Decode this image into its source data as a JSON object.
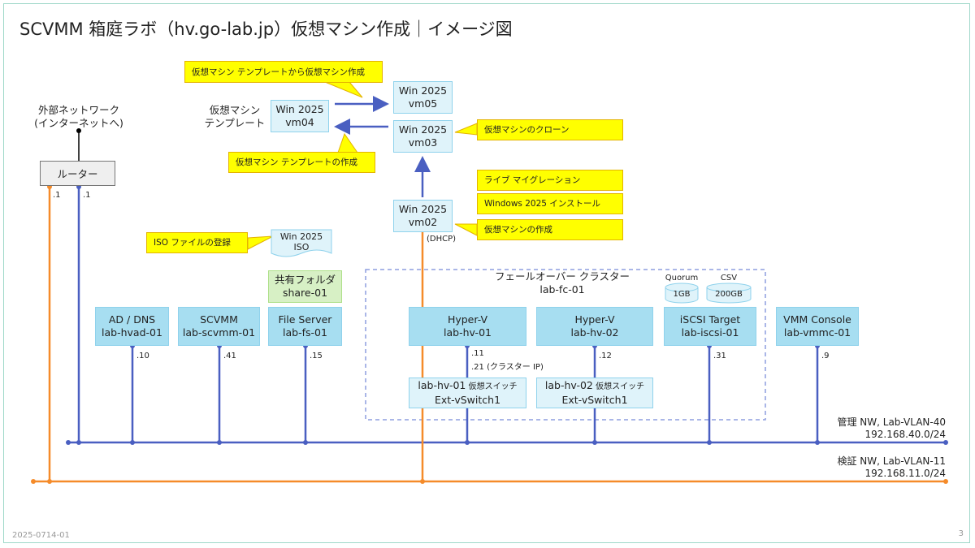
{
  "title": "SCVMM 箱庭ラボ（hv.go-lab.jp）仮想マシン作成｜イメージ図",
  "footer": {
    "doc_id": "2025-0714-01",
    "page_number": "3"
  },
  "external": {
    "label_line1": "外部ネットワーク",
    "label_line2": "(インターネットへ)"
  },
  "router": {
    "label": "ルーター",
    "ip_left": ".1",
    "ip_right": ".1"
  },
  "template": {
    "label_line1": "仮想マシン",
    "label_line2": "テンプレート",
    "box_line1": "Win 2025",
    "box_line2": "vm04"
  },
  "vms": {
    "vm05": {
      "line1": "Win 2025",
      "line2": "vm05"
    },
    "vm03": {
      "line1": "Win 2025",
      "line2": "vm03"
    },
    "vm02": {
      "line1": "Win 2025",
      "line2": "vm02",
      "dhcp": "(DHCP)"
    }
  },
  "callouts": {
    "from_template": "仮想マシン テンプレートから仮想マシン作成",
    "create_template": "仮想マシン テンプレートの作成",
    "clone": "仮想マシンのクローン",
    "live_migration": "ライブ マイグレーション",
    "windows_install": "Windows 2025 インストール",
    "create_vm": "仮想マシンの作成",
    "iso_register": "ISO ファイルの登録"
  },
  "iso_doc": {
    "line1": "Win 2025",
    "line2": "ISO"
  },
  "share": {
    "line1": "共有フォルダ",
    "line2": "share-01"
  },
  "cluster": {
    "line1": "フェールオーバー クラスター",
    "line2": "lab-fc-01",
    "quorum_label": "Quorum",
    "quorum_size": "1GB",
    "csv_label": "CSV",
    "csv_size": "200GB"
  },
  "servers": {
    "ad": {
      "line1": "AD / DNS",
      "line2": "lab-hvad-01",
      "ip": ".10"
    },
    "scvmm": {
      "line1": "SCVMM",
      "line2": "lab-scvmm-01",
      "ip": ".41"
    },
    "fs": {
      "line1": "File Server",
      "line2": "lab-fs-01",
      "ip": ".15"
    },
    "hv1": {
      "line1": "Hyper-V",
      "line2": "lab-hv-01",
      "ip": ".11",
      "ip2": ".21 (クラスター IP)"
    },
    "hv2": {
      "line1": "Hyper-V",
      "line2": "lab-hv-02",
      "ip": ".12"
    },
    "iscsi": {
      "line1": "iSCSI Target",
      "line2": "lab-iscsi-01",
      "ip": ".31"
    },
    "vmmc": {
      "line1": "VMM Console",
      "line2": "lab-vmmc-01",
      "ip": ".9"
    }
  },
  "vswitch": {
    "hv1": {
      "line1a": "lab-hv-01",
      "line1b": " 仮想スイッチ",
      "line2": "Ext-vSwitch1"
    },
    "hv2": {
      "line1a": "lab-hv-02",
      "line1b": " 仮想スイッチ",
      "line2": "Ext-vSwitch1"
    }
  },
  "networks": {
    "mgmt": {
      "name": "管理 NW, Lab-VLAN-40",
      "cidr": "192.168.40.0/24",
      "color": "#4a5fc1"
    },
    "test": {
      "name": "検証 NW, Lab-VLAN-11",
      "cidr": "192.168.11.0/24",
      "color": "#f58b2a"
    }
  }
}
